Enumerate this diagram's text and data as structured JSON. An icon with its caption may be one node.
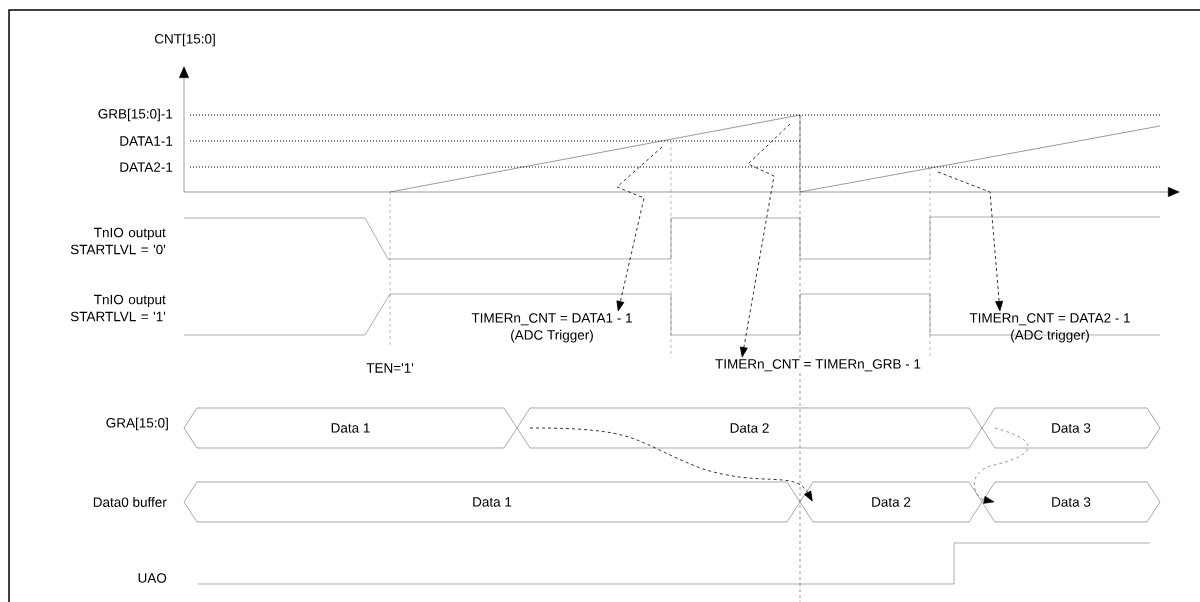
{
  "diagram": {
    "nodes": [
      {
        "text": [
          "Data 1"
        ]
      },
      {
        "text": [
          "Data 2"
        ]
      },
      {
        "text": [
          "Data 3"
        ]
      },
      {
        "text": [
          "Data 1"
        ]
      },
      {
        "text": [
          "Data 2"
        ]
      },
      {
        "text": [
          "Data 3"
        ]
      },
      {
        "text": [
          "TIMERn_CNT = DATA1 - 1",
          "(ADC Trigger)"
        ]
      },
      {
        "text": [
          "TIMERn_CNT = TIMERn_GRB - 1"
        ]
      },
      {
        "text": [
          "TIMERn_CNT = DATA2 - 1",
          "(ADC trigger)"
        ]
      }
    ],
    "edges": [
      {
        "from": null,
        "to": 6,
        "arrow": "to",
        "style": "dashed"
      },
      {
        "from": null,
        "to": 7,
        "arrow": "to",
        "style": "dashed"
      },
      {
        "from": null,
        "to": 8,
        "arrow": "to",
        "style": "dashed"
      },
      {
        "from": 1,
        "to": 4,
        "arrow": "to",
        "style": "dashed"
      },
      {
        "from": 2,
        "to": 5,
        "arrow": "to",
        "style": "dashed"
      }
    ],
    "labels": [
      "CNT[15:0]",
      "GRB[15:0]-1",
      "DATA1-1",
      "DATA2-1",
      "TnIO output STARTLVL = '0'",
      "TnIO output STARTLVL = '1'",
      "TEN='1'",
      "GRA[15:0]",
      "Data0 buffer",
      "UAO"
    ]
  }
}
